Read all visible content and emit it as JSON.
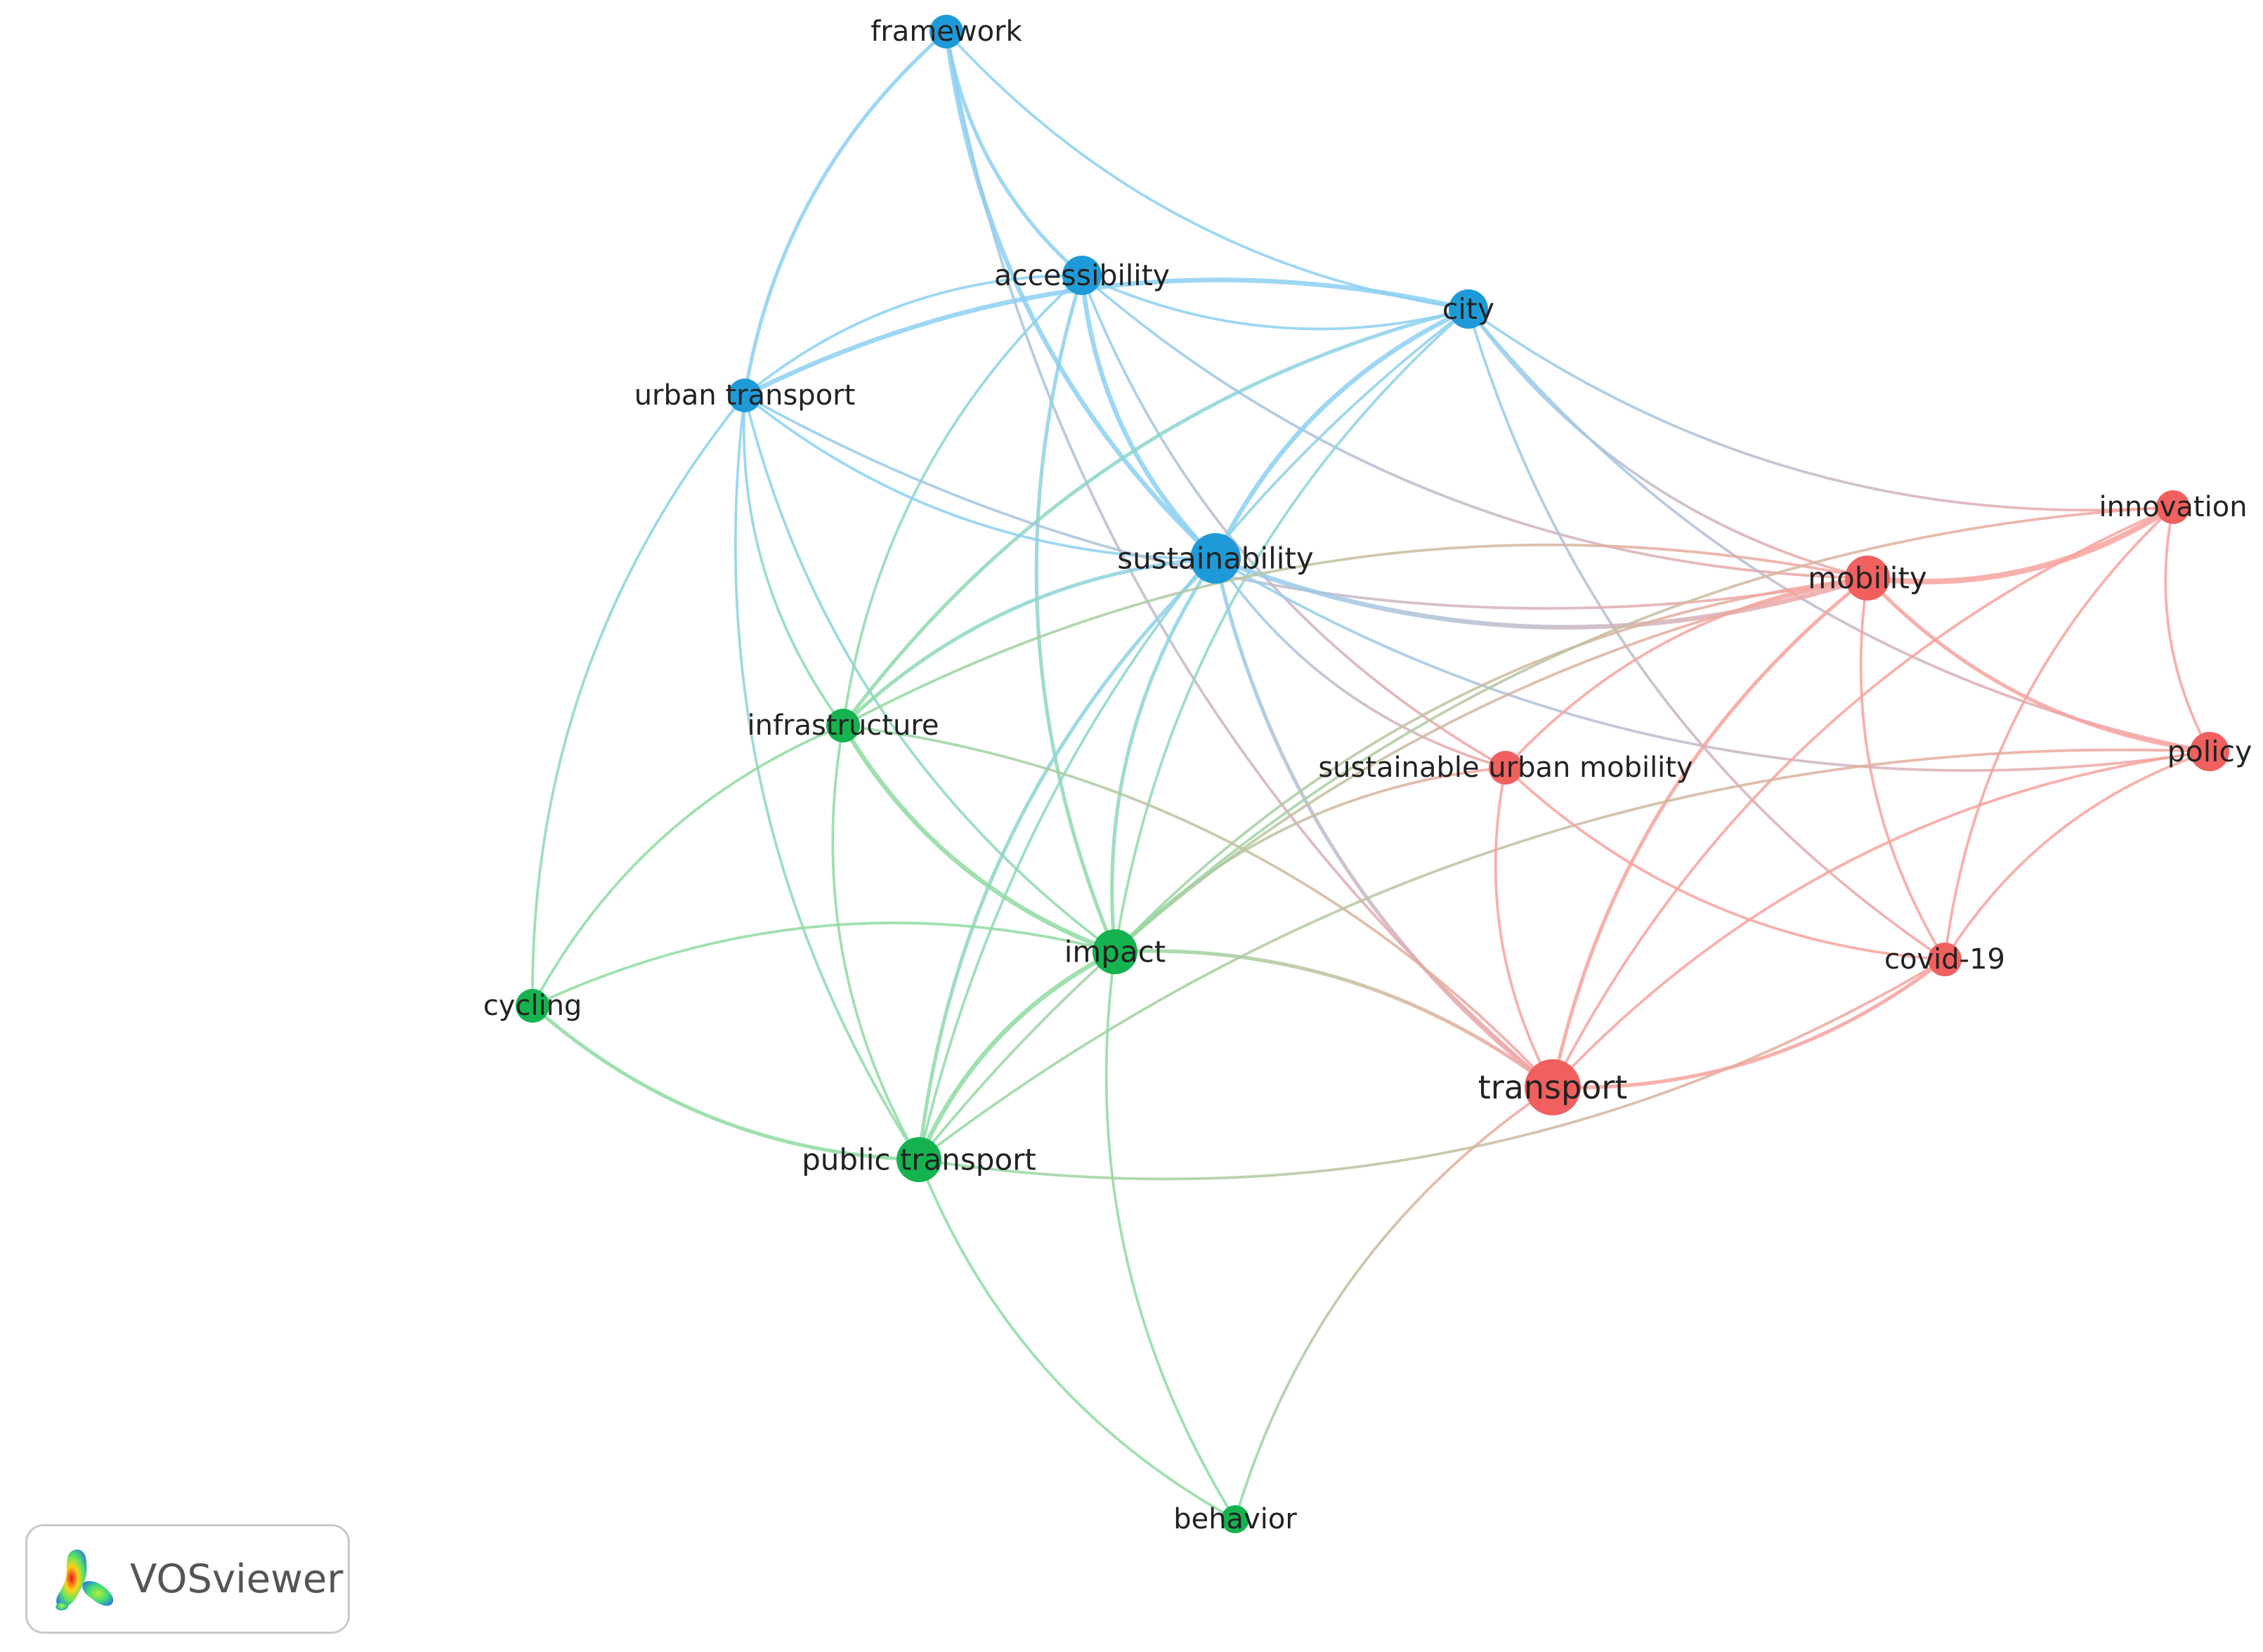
{
  "network": {
    "nodes": [
      {
        "id": "framework",
        "label": "framework",
        "cluster": "blue",
        "weight": 2
      },
      {
        "id": "accessibility",
        "label": "accessibility",
        "cluster": "blue",
        "weight": 3
      },
      {
        "id": "city",
        "label": "city",
        "cluster": "blue",
        "weight": 3
      },
      {
        "id": "urban-transport",
        "label": "urban transport",
        "cluster": "blue",
        "weight": 2
      },
      {
        "id": "sustainability",
        "label": "sustainability",
        "cluster": "blue",
        "weight": 5
      },
      {
        "id": "innovation",
        "label": "innovation",
        "cluster": "red",
        "weight": 2
      },
      {
        "id": "mobility",
        "label": "mobility",
        "cluster": "red",
        "weight": 4
      },
      {
        "id": "infrastructure",
        "label": "infrastructure",
        "cluster": "green",
        "weight": 2
      },
      {
        "id": "sustainable-urban-mobility",
        "label": "sustainable urban mobility",
        "cluster": "red",
        "weight": 2
      },
      {
        "id": "policy",
        "label": "policy",
        "cluster": "red",
        "weight": 3
      },
      {
        "id": "impact",
        "label": "impact",
        "cluster": "green",
        "weight": 4
      },
      {
        "id": "covid-19",
        "label": "covid-19",
        "cluster": "red",
        "weight": 2
      },
      {
        "id": "cycling",
        "label": "cycling",
        "cluster": "green",
        "weight": 2
      },
      {
        "id": "transport",
        "label": "transport",
        "cluster": "red",
        "weight": 6
      },
      {
        "id": "public-transport",
        "label": "public transport",
        "cluster": "green",
        "weight": 4
      },
      {
        "id": "behavior",
        "label": "behavior",
        "cluster": "green",
        "weight": 1
      }
    ],
    "links": [
      [
        "framework",
        "accessibility",
        2
      ],
      [
        "framework",
        "city",
        1
      ],
      [
        "framework",
        "urban-transport",
        2
      ],
      [
        "framework",
        "sustainability",
        3
      ],
      [
        "framework",
        "transport",
        1
      ],
      [
        "accessibility",
        "city",
        1
      ],
      [
        "accessibility",
        "urban-transport",
        1
      ],
      [
        "accessibility",
        "sustainability",
        3
      ],
      [
        "accessibility",
        "infrastructure",
        1
      ],
      [
        "accessibility",
        "impact",
        2
      ],
      [
        "accessibility",
        "mobility",
        1
      ],
      [
        "accessibility",
        "sustainable-urban-mobility",
        1
      ],
      [
        "city",
        "urban-transport",
        3
      ],
      [
        "city",
        "sustainability",
        3
      ],
      [
        "city",
        "mobility",
        1
      ],
      [
        "city",
        "innovation",
        1
      ],
      [
        "city",
        "policy",
        1
      ],
      [
        "city",
        "infrastructure",
        2
      ],
      [
        "city",
        "impact",
        1
      ],
      [
        "city",
        "public-transport",
        1
      ],
      [
        "city",
        "covid-19",
        1
      ],
      [
        "urban-transport",
        "sustainability",
        1
      ],
      [
        "urban-transport",
        "infrastructure",
        1
      ],
      [
        "urban-transport",
        "impact",
        1
      ],
      [
        "urban-transport",
        "cycling",
        1
      ],
      [
        "urban-transport",
        "public-transport",
        1
      ],
      [
        "urban-transport",
        "mobility",
        1
      ],
      [
        "sustainability",
        "mobility",
        3
      ],
      [
        "sustainability",
        "infrastructure",
        2
      ],
      [
        "sustainability",
        "impact",
        2
      ],
      [
        "sustainability",
        "public-transport",
        2
      ],
      [
        "sustainability",
        "transport",
        2
      ],
      [
        "sustainability",
        "policy",
        1
      ],
      [
        "sustainability",
        "sustainable-urban-mobility",
        1
      ],
      [
        "mobility",
        "innovation",
        4
      ],
      [
        "mobility",
        "policy",
        2
      ],
      [
        "mobility",
        "covid-19",
        1
      ],
      [
        "mobility",
        "transport",
        2
      ],
      [
        "mobility",
        "sustainable-urban-mobility",
        1
      ],
      [
        "mobility",
        "infrastructure",
        1
      ],
      [
        "mobility",
        "impact",
        1
      ],
      [
        "mobility",
        "public-transport",
        1
      ],
      [
        "innovation",
        "policy",
        1
      ],
      [
        "innovation",
        "transport",
        1
      ],
      [
        "innovation",
        "impact",
        1
      ],
      [
        "innovation",
        "covid-19",
        1
      ],
      [
        "policy",
        "transport",
        1
      ],
      [
        "policy",
        "covid-19",
        1
      ],
      [
        "policy",
        "public-transport",
        1
      ],
      [
        "sustainable-urban-mobility",
        "transport",
        1
      ],
      [
        "sustainable-urban-mobility",
        "impact",
        1
      ],
      [
        "sustainable-urban-mobility",
        "covid-19",
        1
      ],
      [
        "transport",
        "covid-19",
        2
      ],
      [
        "transport",
        "impact",
        2
      ],
      [
        "transport",
        "infrastructure",
        1
      ],
      [
        "transport",
        "behavior",
        1
      ],
      [
        "infrastructure",
        "impact",
        3
      ],
      [
        "infrastructure",
        "cycling",
        1
      ],
      [
        "infrastructure",
        "public-transport",
        1
      ],
      [
        "impact",
        "public-transport",
        3
      ],
      [
        "impact",
        "cycling",
        1
      ],
      [
        "impact",
        "behavior",
        1
      ],
      [
        "cycling",
        "public-transport",
        2
      ],
      [
        "public-transport",
        "behavior",
        1
      ],
      [
        "public-transport",
        "covid-19",
        1
      ]
    ]
  },
  "colors": {
    "blue": "#1f9ad8",
    "red": "#f0605f",
    "green": "#15b34f",
    "blue_link": "#8cd0f2",
    "red_link": "#f7a29e",
    "green_link": "#8fdba2"
  },
  "badge": {
    "text": "VOSviewer",
    "logo_icon": "vosviewer-logo-icon"
  }
}
